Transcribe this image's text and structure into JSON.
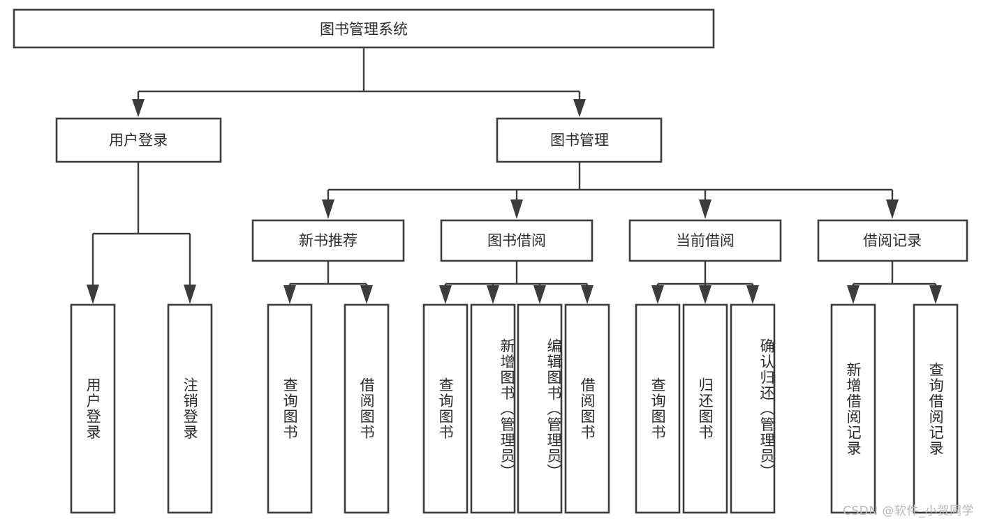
{
  "diagram": {
    "title": "图书管理系统",
    "type": "hierarchy-tree",
    "colors": {
      "box_stroke": "#3c3c3c",
      "box_fill": "#ffffff",
      "edge": "#3c3c3c",
      "text": "#2b2b2b",
      "watermark": "#b8b8b8",
      "background": "#ffffff"
    },
    "root": {
      "label": "图书管理系统"
    },
    "level2": [
      {
        "label": "用户登录"
      },
      {
        "label": "图书管理"
      }
    ],
    "level3": [
      {
        "label": "新书推荐"
      },
      {
        "label": "图书借阅"
      },
      {
        "label": "当前借阅"
      },
      {
        "label": "借阅记录"
      }
    ],
    "leaves": {
      "user_login": [
        {
          "label": "用户登录"
        },
        {
          "label": "注销登录"
        }
      ],
      "new_book_recommend": [
        {
          "label": "查询图书"
        },
        {
          "label": "借阅图书"
        }
      ],
      "book_borrow": [
        {
          "label": "查询图书"
        },
        {
          "label": "新增图书（管理员）"
        },
        {
          "label": "编辑图书（管理员）"
        },
        {
          "label": "借阅图书"
        }
      ],
      "current_borrow": [
        {
          "label": "查询图书"
        },
        {
          "label": "归还图书"
        },
        {
          "label": "确认归还（管理员）"
        }
      ],
      "borrow_record": [
        {
          "label": "新增借阅记录"
        },
        {
          "label": "查询借阅记录"
        }
      ]
    },
    "watermark": "CSDN @软件_小贺同学"
  },
  "chart_data": {
    "type": "table",
    "title": "图书管理系统",
    "nodes": [
      {
        "id": "root",
        "label": "图书管理系统",
        "level": 1,
        "parent": null
      },
      {
        "id": "n-user-login",
        "label": "用户登录",
        "level": 2,
        "parent": "root"
      },
      {
        "id": "n-book-manage",
        "label": "图书管理",
        "level": 2,
        "parent": "root"
      },
      {
        "id": "n-new-book",
        "label": "新书推荐",
        "level": 3,
        "parent": "n-book-manage"
      },
      {
        "id": "n-book-borrow",
        "label": "图书借阅",
        "level": 3,
        "parent": "n-book-manage"
      },
      {
        "id": "n-current-borrow",
        "label": "当前借阅",
        "level": 3,
        "parent": "n-book-manage"
      },
      {
        "id": "n-borrow-record",
        "label": "借阅记录",
        "level": 3,
        "parent": "n-book-manage"
      },
      {
        "id": "l-login",
        "label": "用户登录",
        "level": 4,
        "parent": "n-user-login"
      },
      {
        "id": "l-logout",
        "label": "注销登录",
        "level": 4,
        "parent": "n-user-login"
      },
      {
        "id": "l-nb-query",
        "label": "查询图书",
        "level": 4,
        "parent": "n-new-book"
      },
      {
        "id": "l-nb-borrow",
        "label": "借阅图书",
        "level": 4,
        "parent": "n-new-book"
      },
      {
        "id": "l-bb-query",
        "label": "查询图书",
        "level": 4,
        "parent": "n-book-borrow"
      },
      {
        "id": "l-bb-add",
        "label": "新增图书（管理员）",
        "level": 4,
        "parent": "n-book-borrow"
      },
      {
        "id": "l-bb-edit",
        "label": "编辑图书（管理员）",
        "level": 4,
        "parent": "n-book-borrow"
      },
      {
        "id": "l-bb-borrow",
        "label": "借阅图书",
        "level": 4,
        "parent": "n-book-borrow"
      },
      {
        "id": "l-cb-query",
        "label": "查询图书",
        "level": 4,
        "parent": "n-current-borrow"
      },
      {
        "id": "l-cb-return",
        "label": "归还图书",
        "level": 4,
        "parent": "n-current-borrow"
      },
      {
        "id": "l-cb-confirm",
        "label": "确认归还（管理员）",
        "level": 4,
        "parent": "n-current-borrow"
      },
      {
        "id": "l-br-add",
        "label": "新增借阅记录",
        "level": 4,
        "parent": "n-borrow-record"
      },
      {
        "id": "l-br-query",
        "label": "查询借阅记录",
        "level": 4,
        "parent": "n-borrow-record"
      }
    ]
  }
}
